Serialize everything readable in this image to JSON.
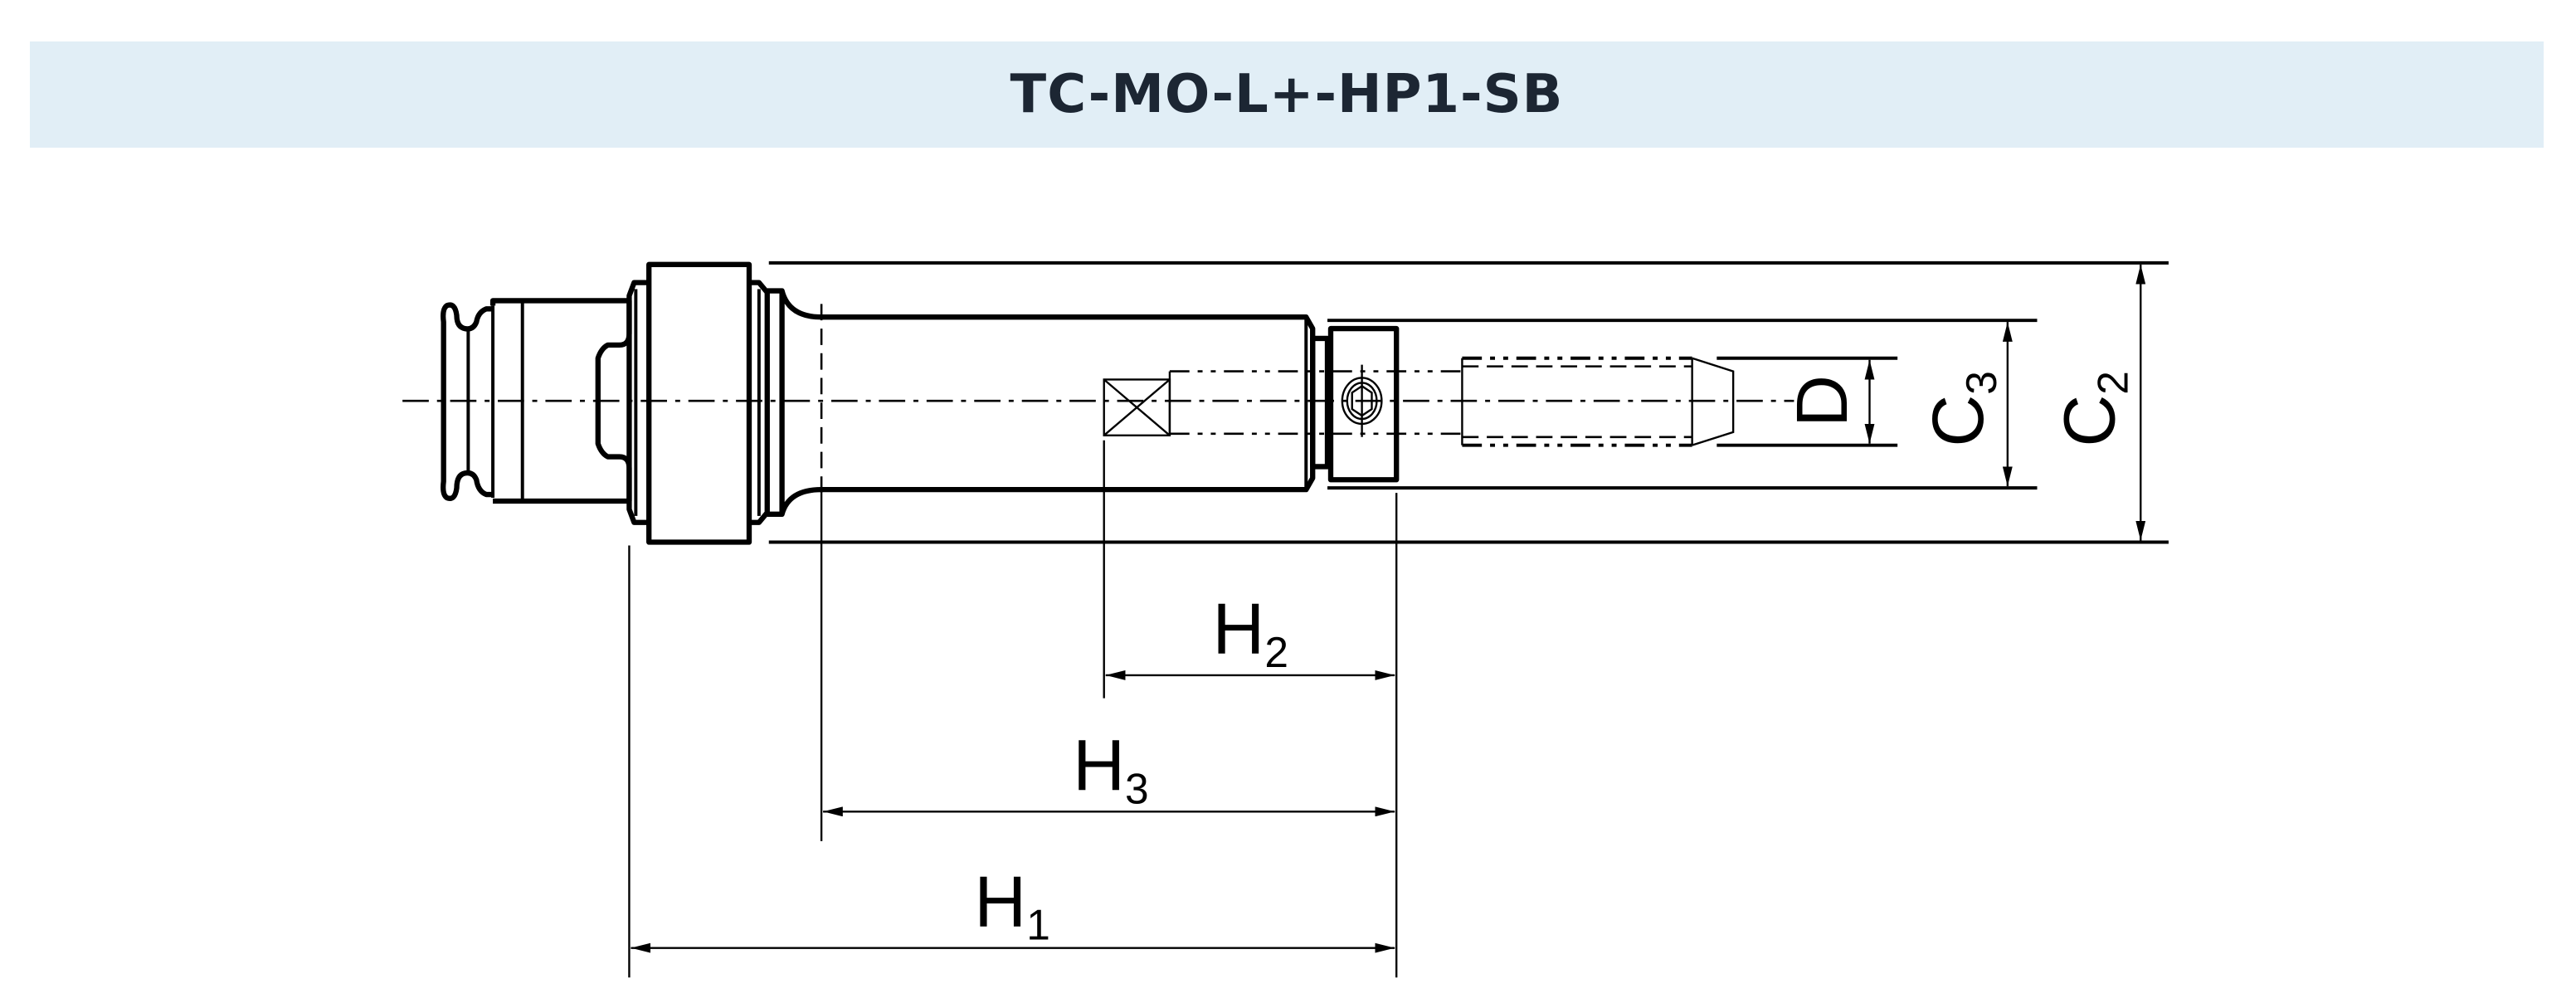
{
  "title": "TC-MO-L+-HP1-SB",
  "dimensions": {
    "h1": {
      "main": "H",
      "sub": "1"
    },
    "h2": {
      "main": "H",
      "sub": "2"
    },
    "h3": {
      "main": "H",
      "sub": "3"
    },
    "c2": {
      "main": "C",
      "sub": "2"
    },
    "c3": {
      "main": "C",
      "sub": "3"
    },
    "d": {
      "main": "D"
    }
  },
  "colors": {
    "title_bg": "#e1eef6",
    "title_text": "#1c2633"
  }
}
